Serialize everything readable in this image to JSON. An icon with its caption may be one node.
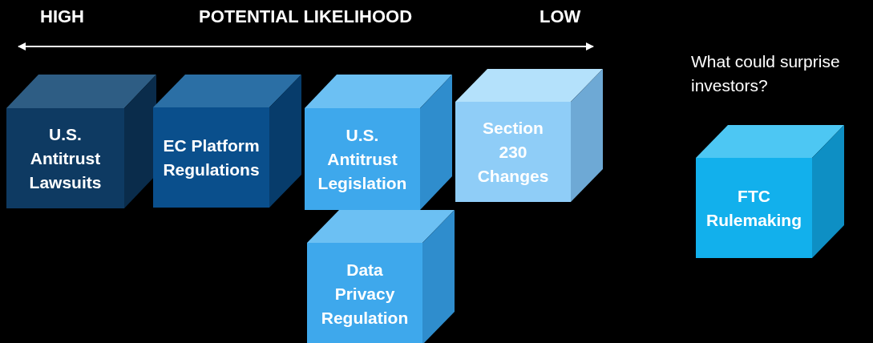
{
  "diagram": {
    "nodes": [
      {
        "text": [
          "U.S. Antitrust Lawsuits"
        ]
      },
      {
        "text": [
          "EC Platform Regulations"
        ]
      },
      {
        "text": [
          "U.S. Antitrust Legislation"
        ]
      },
      {
        "text": [
          "Section 230 Changes"
        ]
      },
      {
        "text": [
          "Data Privacy Regulation"
        ]
      },
      {
        "text": [
          "FTC Rulemaking"
        ]
      }
    ],
    "edges": [],
    "labels": [
      "HIGH",
      "POTENTIAL LIKELIHOOD",
      "LOW",
      "What could surprise investors?"
    ]
  }
}
